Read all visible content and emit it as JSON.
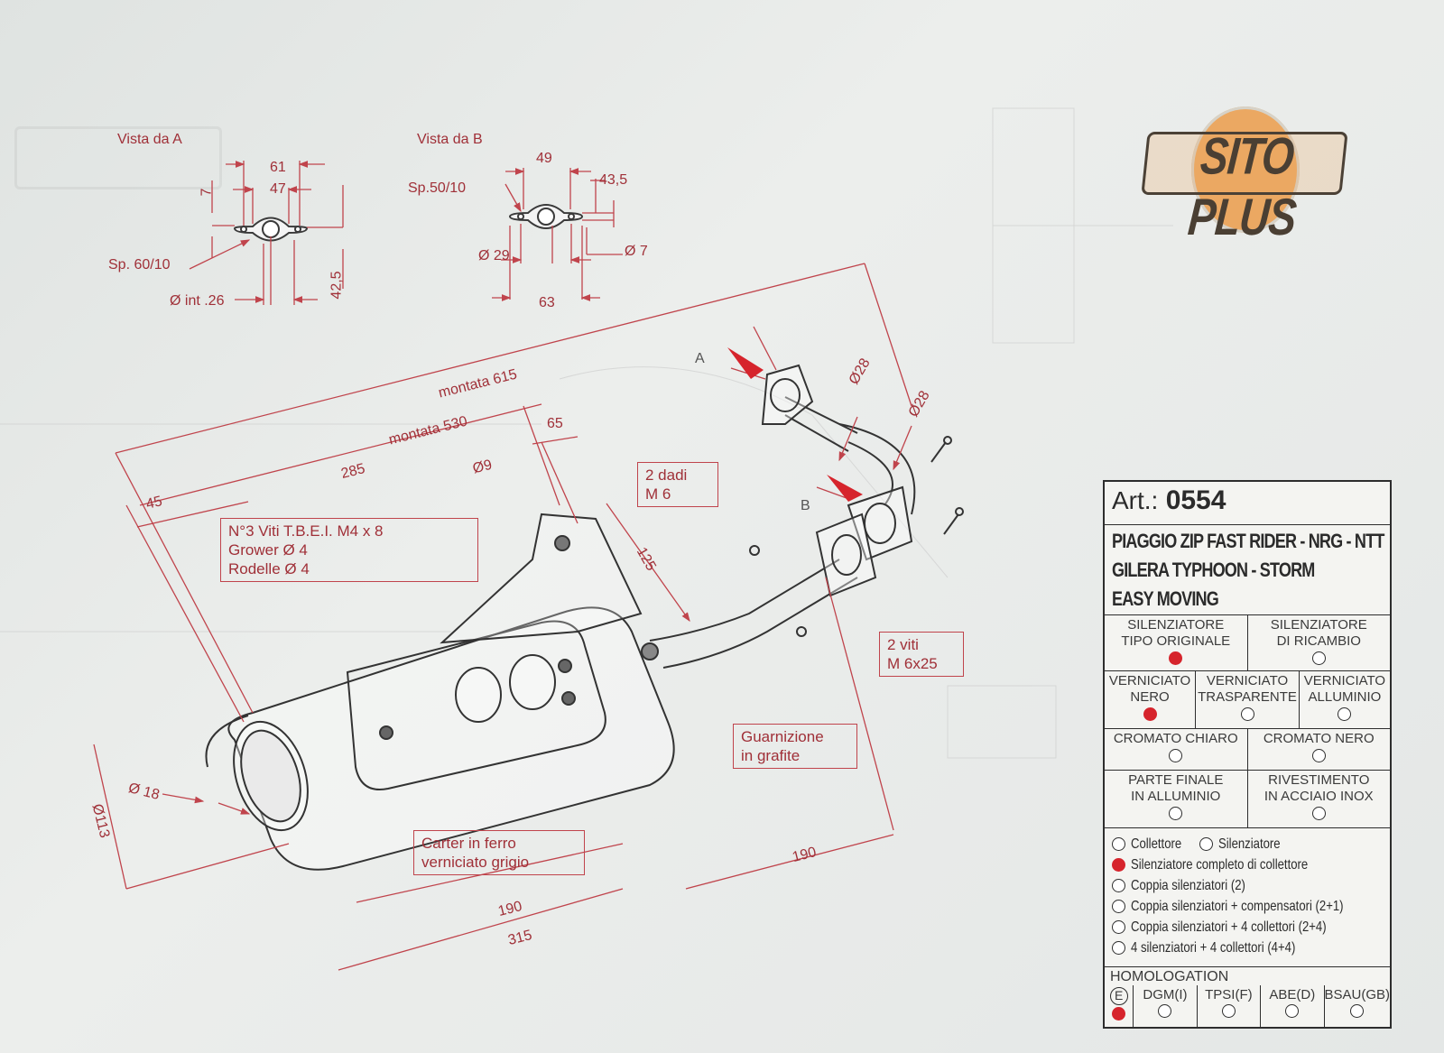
{
  "view_a": {
    "title": "Vista da A",
    "dims": {
      "width_outer": "61",
      "width_inner": "47",
      "side": "7",
      "height": "42,5",
      "thickness": "Sp. 60/10",
      "inner_diameter": "Ø int .26"
    }
  },
  "view_b": {
    "title": "Vista da B",
    "dims": {
      "width_top": "49",
      "offset": "43,5",
      "thickness": "Sp.50/10",
      "diameter": "Ø 29",
      "hole": "Ø 7",
      "width_bottom": "63"
    }
  },
  "main_drawing": {
    "montata_615": "montata 615",
    "montata_530": "montata 530",
    "d285": "285",
    "d45": "45",
    "d65": "65",
    "d9": "Ø9",
    "d125": "125",
    "d28a": "Ø28",
    "d28b": "Ø28",
    "d18": "Ø 18",
    "d113": "Ø113",
    "d190a": "190",
    "d315": "315",
    "d190b": "190",
    "label_a": "A",
    "label_b": "B"
  },
  "notes": {
    "screws": [
      "N°3 Viti T.B.E.I. M4 x 8",
      "Grower Ø 4",
      "Rodelle Ø 4"
    ],
    "nuts": [
      "2 dadi",
      "M 6"
    ],
    "bolts": [
      "2 viti",
      "M 6x25"
    ],
    "gasket": [
      "Guarnizione",
      "in grafite"
    ],
    "carter": [
      "Carter in ferro",
      "verniciato grigio"
    ]
  },
  "logo": {
    "text": "SITO PLUS",
    "colors": {
      "sun": "#eba862",
      "outline": "#4b4136"
    }
  },
  "card": {
    "art_prefix": "Art.:",
    "art_number": "0554",
    "models": [
      "PIAGGIO ZIP FAST RIDER - NRG - NTT",
      "GILERA TYPHOON - STORM",
      "EASY MOVING"
    ],
    "silencer_type": [
      {
        "label": [
          "SILENZIATORE",
          "TIPO ORIGINALE"
        ],
        "selected": true
      },
      {
        "label": [
          "SILENZIATORE",
          "DI RICAMBIO"
        ],
        "selected": false
      }
    ],
    "finish": [
      {
        "label": [
          "VERNICIATO",
          "NERO"
        ],
        "selected": true
      },
      {
        "label": [
          "VERNICIATO",
          "TRASPARENTE"
        ],
        "selected": false
      },
      {
        "label": [
          "VERNICIATO",
          "ALLUMINIO"
        ],
        "selected": false
      }
    ],
    "chrome": [
      {
        "label": [
          "CROMATO CHIARO"
        ],
        "selected": false
      },
      {
        "label": [
          "CROMATO NERO"
        ],
        "selected": false
      }
    ],
    "parts": [
      {
        "label": [
          "PARTE FINALE",
          "IN ALLUMINIO"
        ],
        "selected": false
      },
      {
        "label": [
          "RIVESTIMENTO",
          "IN ACCIAIO INOX"
        ],
        "selected": false
      }
    ],
    "options": {
      "collettore": "Collettore",
      "silenziatore": "Silenziatore",
      "completo": "Silenziatore completo di collettore",
      "coppia": "Coppia silenziatori (2)",
      "coppia_comp": "Coppia silenziatori + compensatori (2+1)",
      "coppia_coll": "Coppia silenziatori + 4 collettori (2+4)",
      "quattro": "4 silenziatori + 4 collettori (4+4)"
    },
    "homologation_title": "HOMOLOGATION",
    "homologation": [
      {
        "label": "E",
        "selected": true
      },
      {
        "label": "DGM(I)",
        "selected": false
      },
      {
        "label": "TPSI(F)",
        "selected": false
      },
      {
        "label": "ABE(D)",
        "selected": false
      },
      {
        "label": "BSAU(GB)",
        "selected": false
      }
    ],
    "colors": {
      "selected": "#d6242c",
      "border": "#2d2d2d"
    }
  }
}
